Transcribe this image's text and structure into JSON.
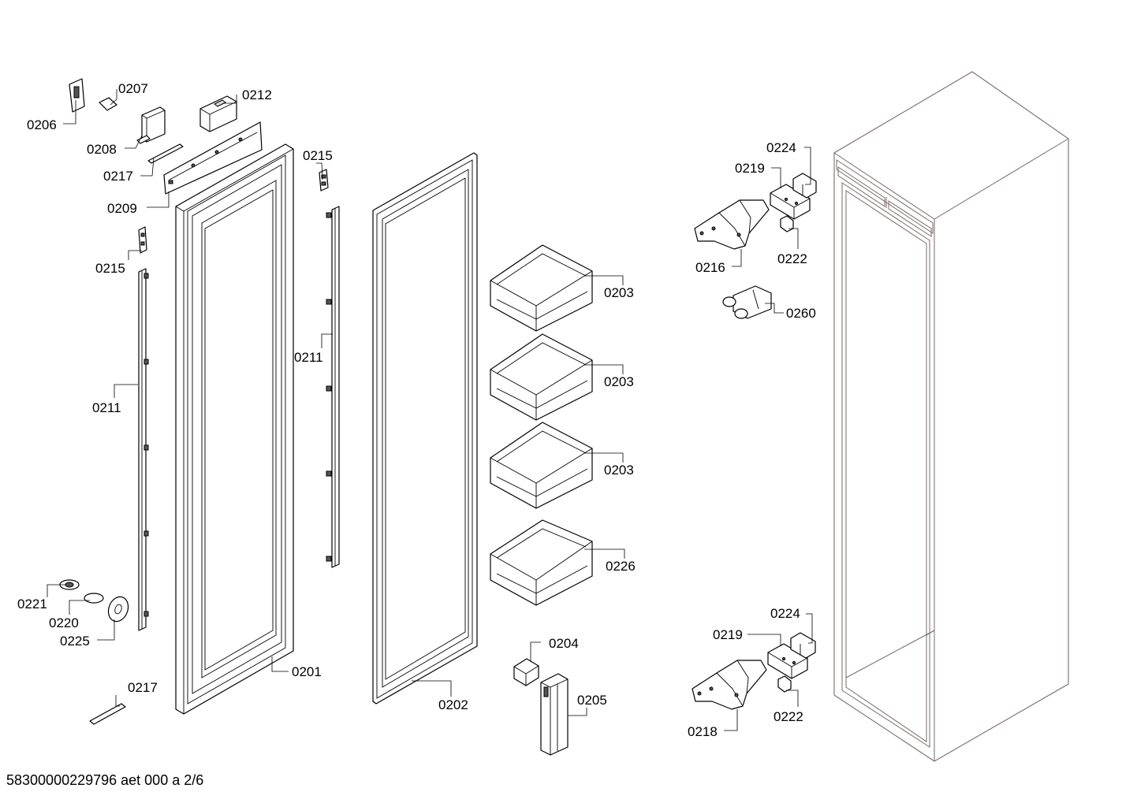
{
  "footer": {
    "document_id": "58300000229796 aet 000 a 2/6"
  },
  "labels": {
    "p0206": "0206",
    "p0207": "0207",
    "p0208": "0208",
    "p0212": "0212",
    "p0217_top": "0217",
    "p0209": "0209",
    "p0215_left": "0215",
    "p0215_right": "0215",
    "p0211_left": "0211",
    "p0211_right": "0211",
    "p0221": "0221",
    "p0220": "0220",
    "p0225": "0225",
    "p0217_bottom": "0217",
    "p0201": "0201",
    "p0202": "0202",
    "p0203_a": "0203",
    "p0203_b": "0203",
    "p0203_c": "0203",
    "p0226": "0226",
    "p0204": "0204",
    "p0205": "0205",
    "p0224_top": "0224",
    "p0219_top": "0219",
    "p0216": "0216",
    "p0222_top": "0222",
    "p0260": "0260",
    "p0224_bottom": "0224",
    "p0219_bottom": "0219",
    "p0218": "0218",
    "p0222_bottom": "0222"
  }
}
